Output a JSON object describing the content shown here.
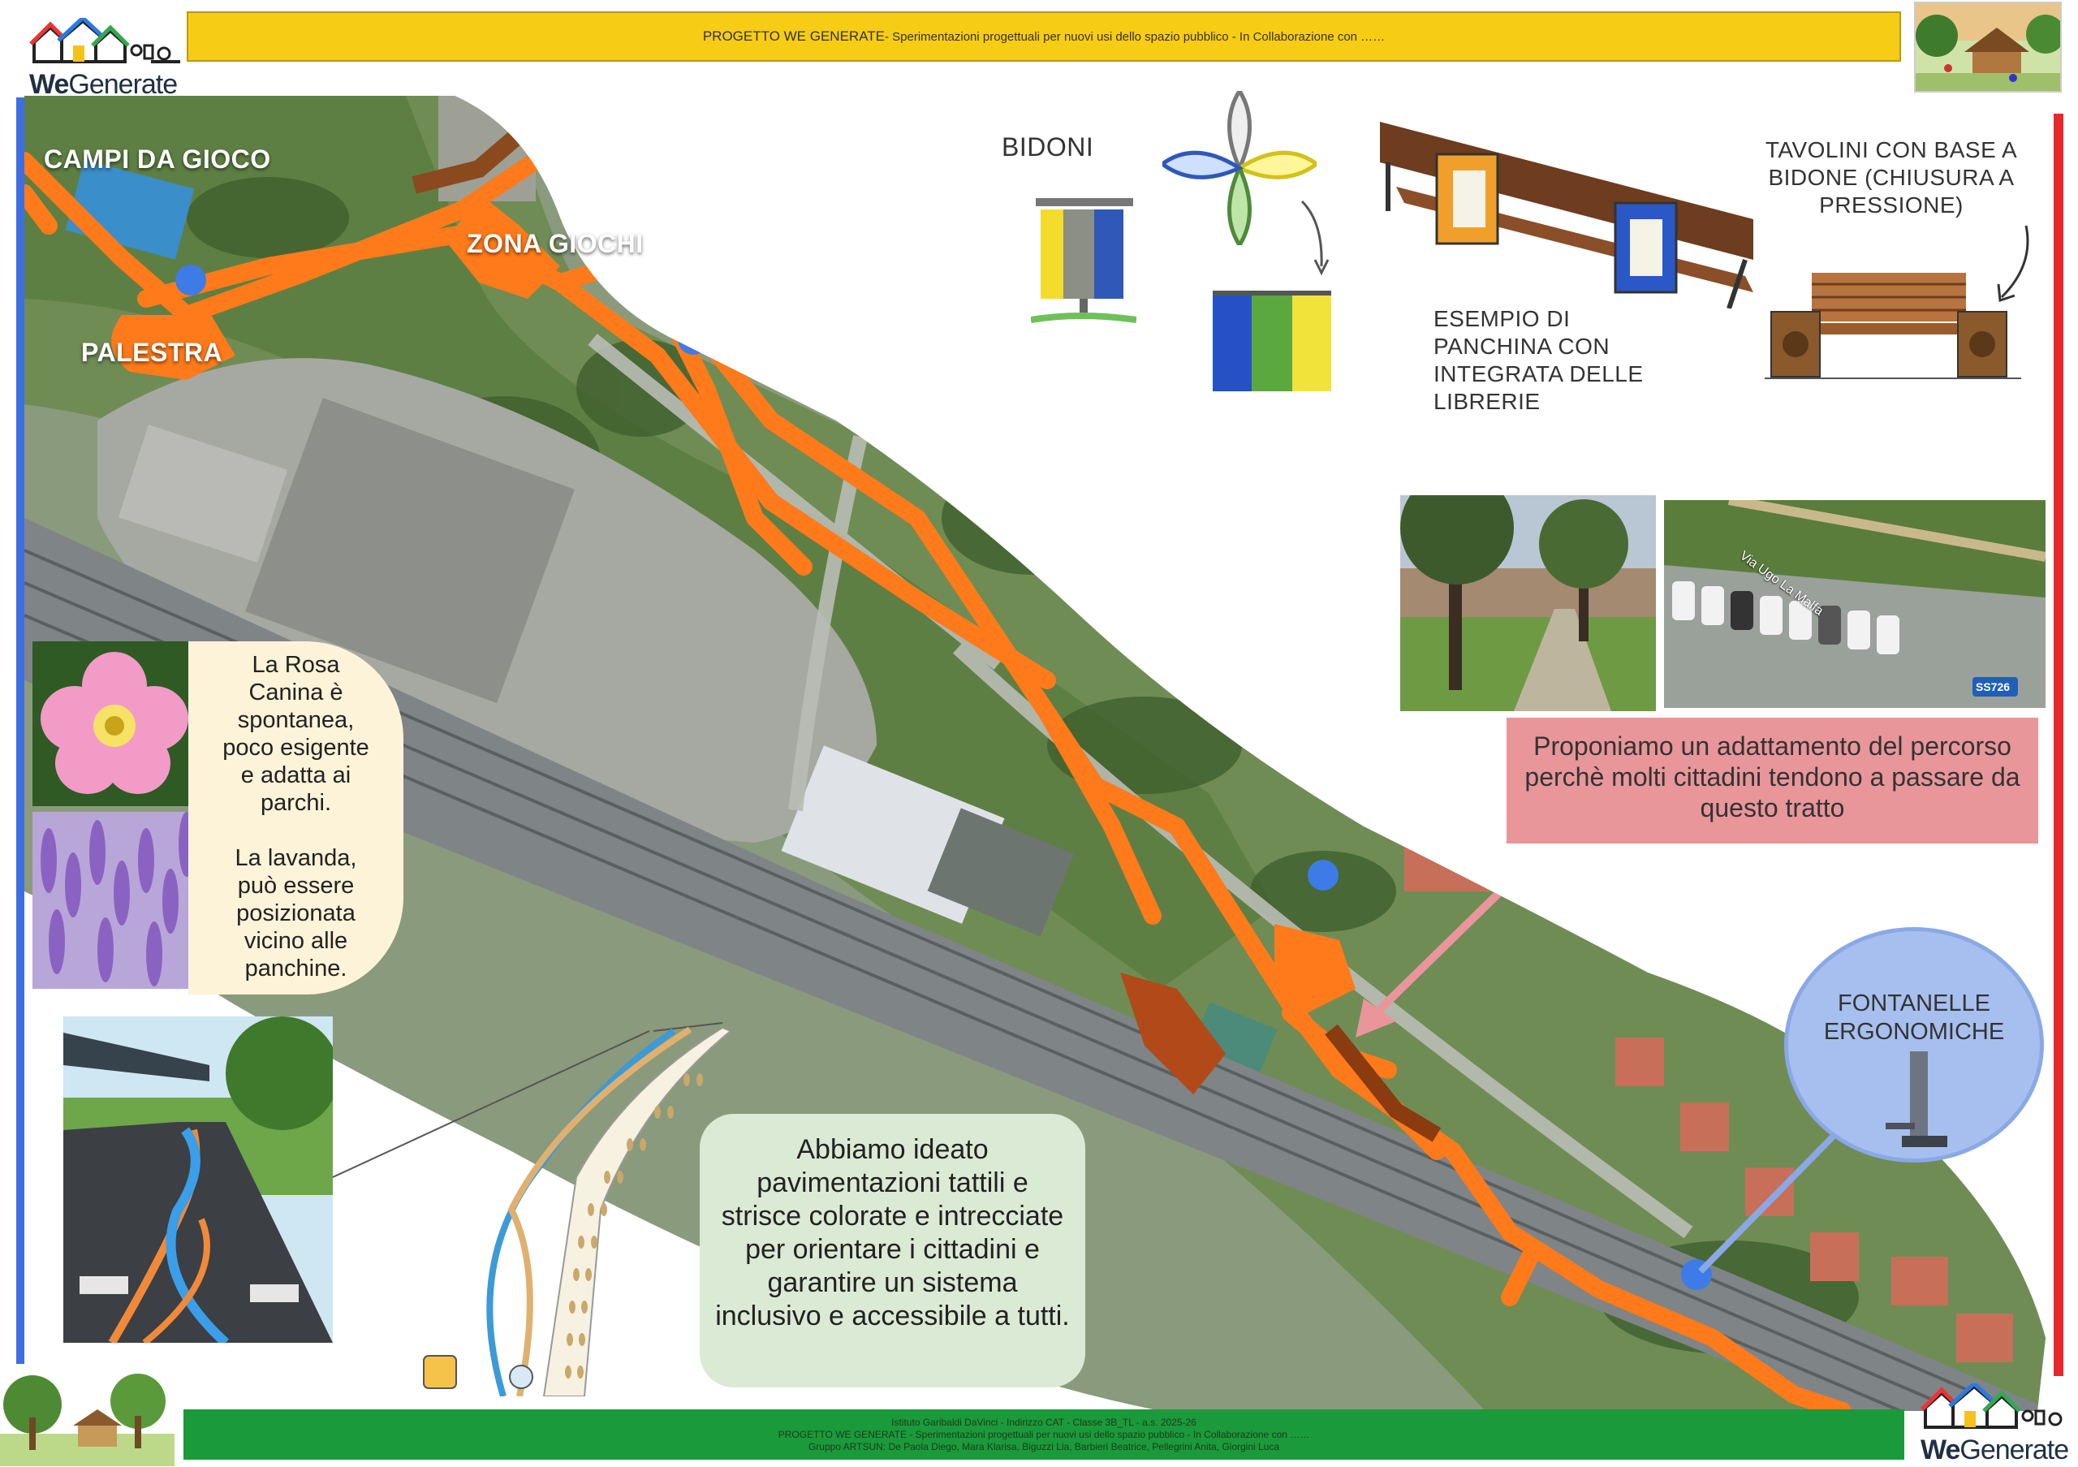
{
  "header": {
    "project_title": "PROGETTO  WE GENERATE",
    "subtitle": " - Sperimentazioni progettuali per nuovi usi dello spazio pubblico - In Collaborazione con ……"
  },
  "logo": {
    "we": "We",
    "generate": "Generate"
  },
  "map_labels": {
    "campi": "CAMPI DA GIOCO",
    "zona": "ZONA GIOCHI",
    "palestra": "PALESTRA"
  },
  "bidoni": {
    "label": "BIDONI"
  },
  "panchina": {
    "caption": "ESEMPIO DI\nPANCHINA CON\nINTEGRATA DELLE\nLIBRERIE"
  },
  "tavolini": {
    "caption": "TAVOLINI CON BASE A\nBIDONE (CHIUSURA A\nPRESSIONE)"
  },
  "aerial": {
    "street": "Via Ugo La Malfa",
    "road_badge": "SS726"
  },
  "plants": {
    "rosa": "La Rosa\nCanina è\nspontanea,\npoco esigente\ne adatta ai\nparchi.",
    "lavanda": "La lavanda,\npuò essere\nposizionata\nvicino alle\npanchine."
  },
  "proposal": {
    "text": "Proponiamo un adattamento del percorso perchè molti cittadini tendono a passare da questo tratto"
  },
  "fontanelle": {
    "text": "FONTANELLE\nERGONOMICHE"
  },
  "pavimentazioni": {
    "text": "Abbiamo ideato pavimentazioni tattili e strisce colorate e intrecciate per orientare i cittadini e garantire un sistema inclusivo e accessibile a tutti."
  },
  "footer": {
    "line1": "Istituto Garibaldi DaVinci - Indirizzo CAT - Classe 3B_TL - a.s. 2025-26",
    "line2": "PROGETTO  WE GENERATE - Sperimentazioni progettuali per nuovi usi dello spazio pubblico - In Collaborazione con ……",
    "line3": "Gruppo ARTSUN: De Paola Diego, Mara Klarisa, Biguzzi Lia, Barbieri Beatrice, Pellegrini Anita, Giorgini Luca"
  },
  "colors": {
    "path_orange": "#ff7a1a",
    "banner_yellow": "#f7cc14",
    "banner_green": "#1a9a3a",
    "marker_blue": "#3d7be6",
    "border_red": "#e8282c"
  }
}
